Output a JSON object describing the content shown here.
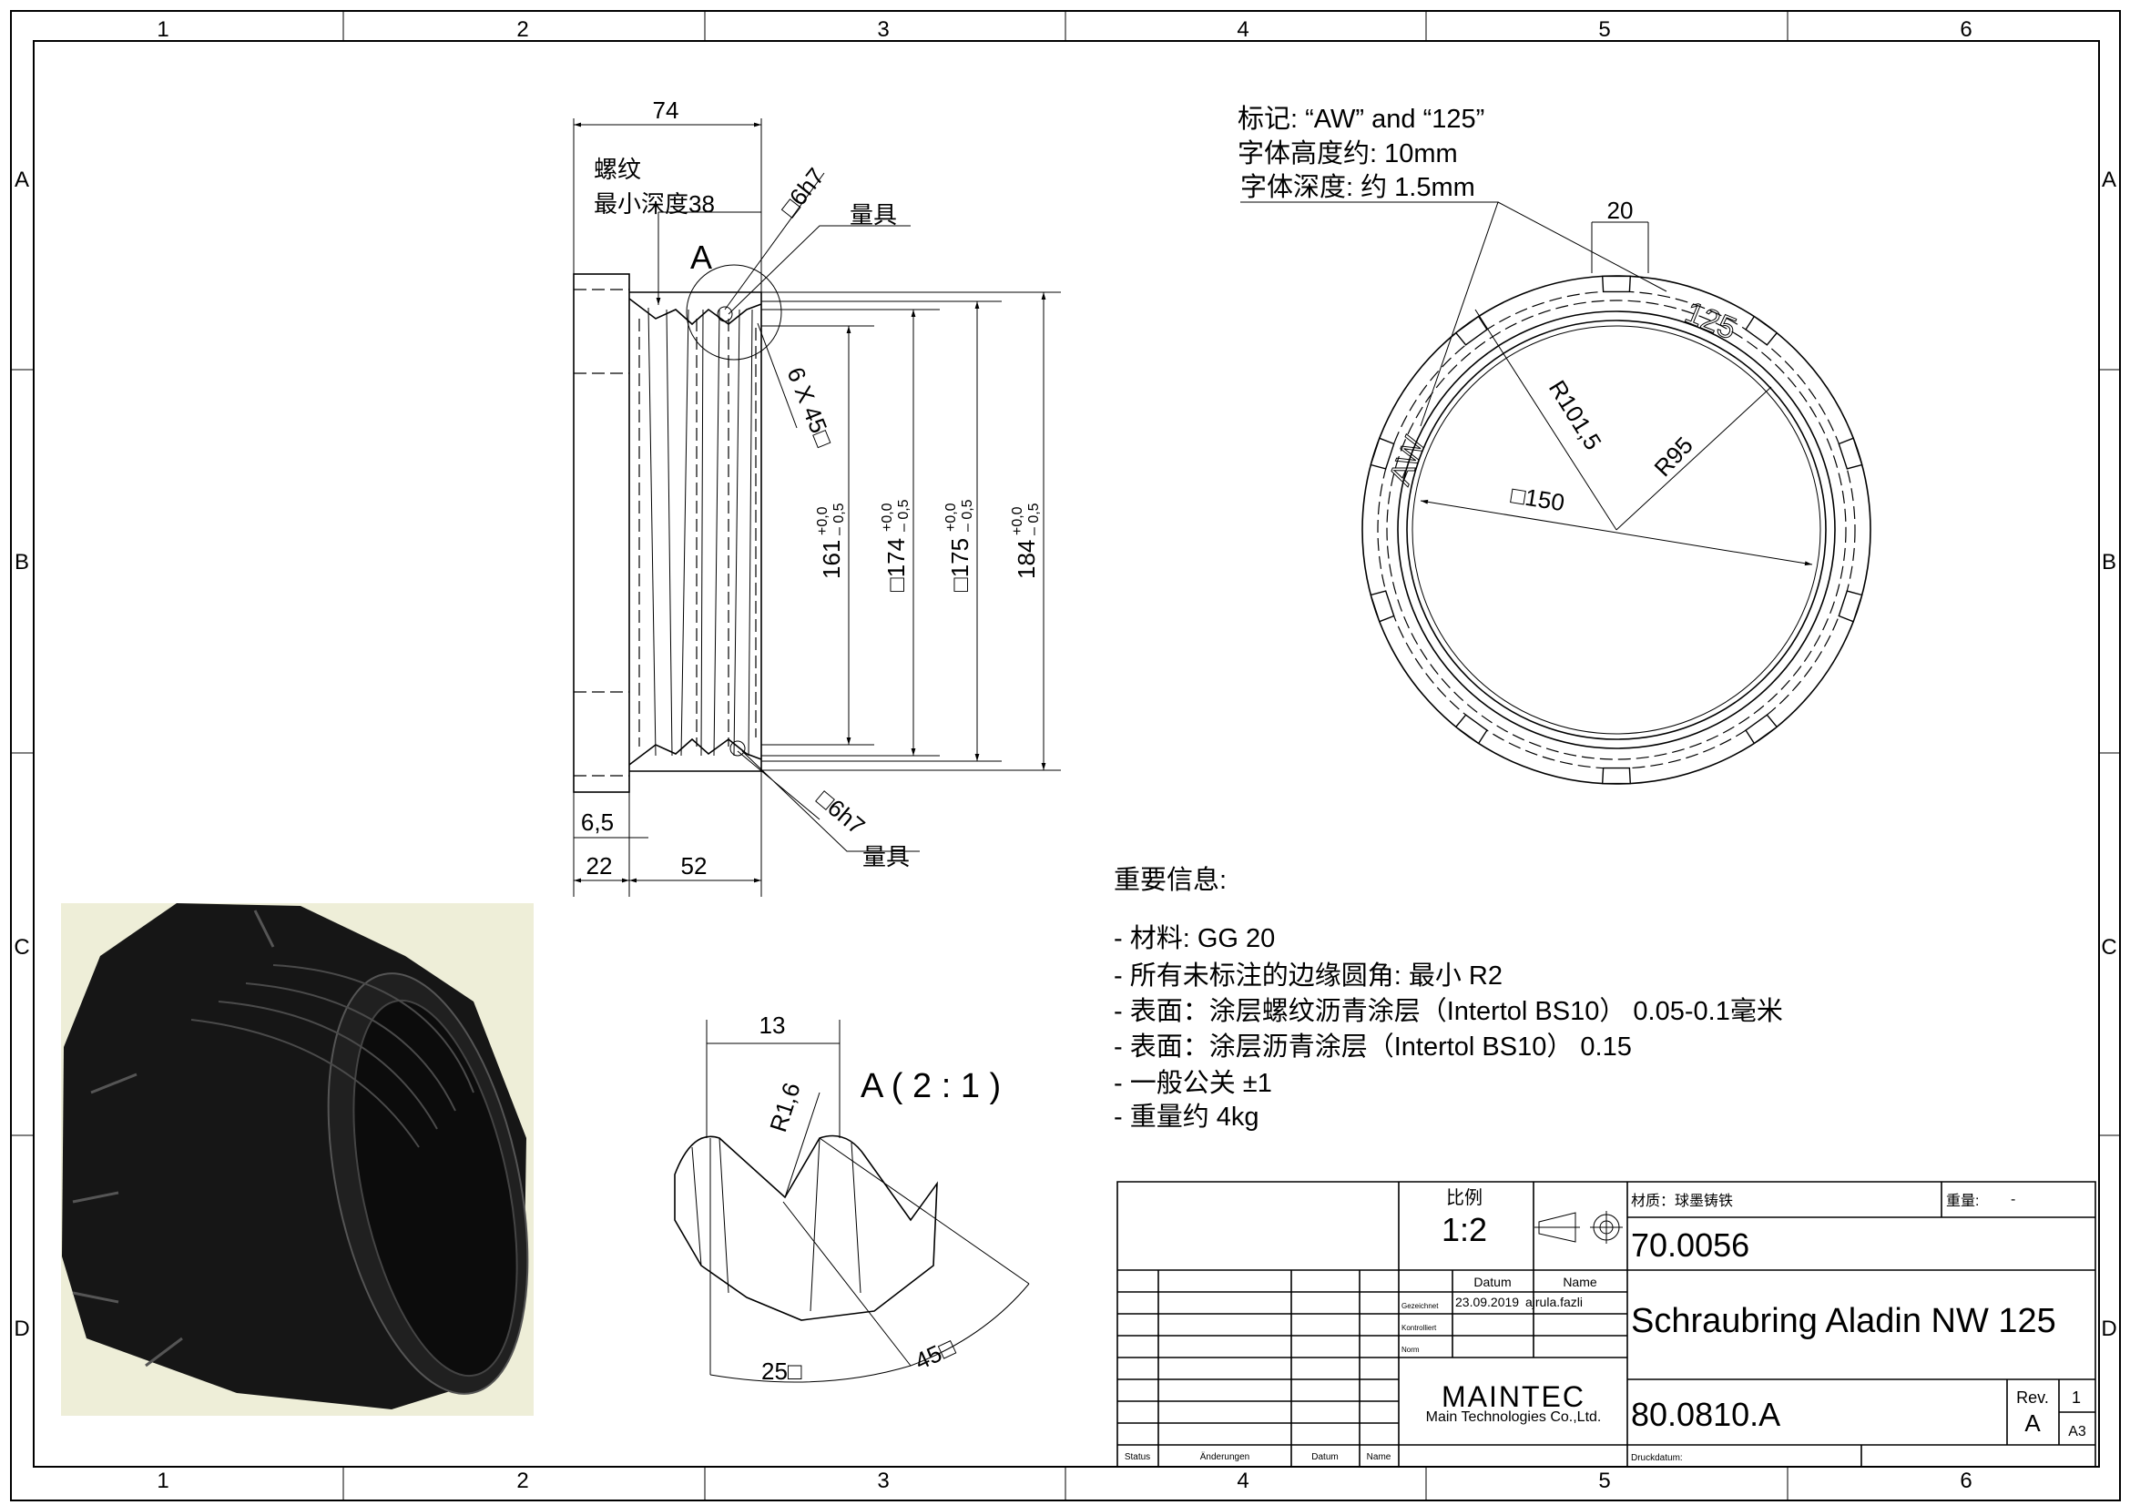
{
  "sheet": {
    "columns": [
      "1",
      "2",
      "3",
      "4",
      "5",
      "6"
    ],
    "rows": [
      "A",
      "B",
      "C",
      "D"
    ]
  },
  "side_view": {
    "overall_length": "74",
    "thread_label": "螺纹",
    "thread_depth": "最小深度38",
    "detail_marker": "A",
    "gauge_spec_top": "□6h7",
    "gauge_label_top": "量具",
    "chamfer": "6 X 45□",
    "dia_161": "161",
    "dia_174": "□174",
    "dia_175": "□175",
    "dia_184": "184",
    "tol_plus": "+0,0",
    "tol_minus": "– 0,5",
    "dim_6_5": "6,5",
    "dim_22": "22",
    "dim_52": "52",
    "gauge_spec_bottom": "□6h7",
    "gauge_label_bottom": "量具"
  },
  "front_view": {
    "marking_lines": [
      "标记: “AW” and “125”",
      "字体高度约:  10mm",
      "字体深度: 约 1.5mm"
    ],
    "slot_width": "20",
    "engraving_125": "125",
    "engraving_aw": "AW",
    "radius_outer": "R101,5",
    "radius_inner": "R95",
    "bore": "□150"
  },
  "detail_view": {
    "pitch": "13",
    "title": "A ( 2 : 1 )",
    "radius": "R1,6",
    "angle_left": "25□",
    "angle_right": "45□"
  },
  "notes": {
    "title": "重要信息:",
    "items": [
      "- 材料: GG 20",
      "- 所有未标注的边缘圆角: 最小 R2",
      "- 表面：涂层螺纹沥青涂层（Intertol BS10） 0.05-0.1毫米",
      "- 表面：涂层沥青涂层（Intertol BS10） 0.15",
      "- 一般公关 ±1",
      "- 重量约 4kg"
    ]
  },
  "title_block": {
    "scale_label": "比例",
    "scale": "1:2",
    "material": "材质：球墨铸铁",
    "weight_label": "重量:",
    "weight": "-",
    "part_number": "70.0056",
    "datum_header": "Datum",
    "name_header": "Name",
    "drawn_label": "Gezeichnet",
    "drawn_date": "23.09.2019",
    "drawn_by": "ajrula.fazli",
    "checked_label": "Kontrolliert",
    "norm_label": "Norm",
    "title": "Schraubring Aladin NW 125",
    "company_logo": "MAINTEC",
    "company_name": "Main Technologies Co.,Ltd.",
    "drawing_number": "80.0810.A",
    "rev_label": "Rev.",
    "rev": "A",
    "sheet": "1",
    "format": "A3",
    "status_label": "Status",
    "changes_label": "Änderungen",
    "rev_date_label": "Datum",
    "rev_name_label": "Name",
    "print_date_label": "Druckdatum:"
  }
}
